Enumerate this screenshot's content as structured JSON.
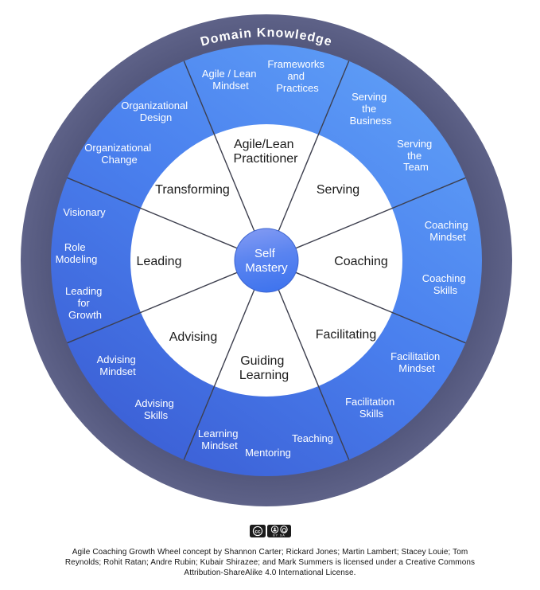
{
  "wheel": {
    "domain_ring_label": "Domain Knowledge",
    "center_label_lines": [
      "Self",
      "Mastery"
    ],
    "sectors": [
      {
        "name_lines": [
          "Agile/Lean",
          "Practitioner"
        ],
        "segments": [
          [
            "Agile / Lean",
            "Mindset"
          ],
          [
            "Frameworks",
            "and",
            "Practices"
          ]
        ]
      },
      {
        "name_lines": [
          "Serving"
        ],
        "segments": [
          [
            "Serving",
            "the",
            "Business"
          ],
          [
            "Serving",
            "the",
            "Team"
          ]
        ]
      },
      {
        "name_lines": [
          "Coaching"
        ],
        "segments": [
          [
            "Coaching",
            "Mindset"
          ],
          [
            "Coaching",
            "Skills"
          ]
        ]
      },
      {
        "name_lines": [
          "Facilitating"
        ],
        "segments": [
          [
            "Facilitation",
            "Mindset"
          ],
          [
            "Facilitation",
            "Skills"
          ]
        ]
      },
      {
        "name_lines": [
          "Guiding",
          "Learning"
        ],
        "segments": [
          [
            "Teaching"
          ],
          [
            "Mentoring"
          ],
          [
            "Learning",
            "Mindset"
          ]
        ]
      },
      {
        "name_lines": [
          "Advising"
        ],
        "segments": [
          [
            "Advising",
            "Skills"
          ],
          [
            "Advising",
            "Mindset"
          ]
        ]
      },
      {
        "name_lines": [
          "Leading"
        ],
        "segments": [
          [
            "Leading",
            "for",
            "Growth"
          ],
          [
            "Role",
            "Modeling"
          ],
          [
            "Visionary"
          ]
        ]
      },
      {
        "name_lines": [
          "Transforming"
        ],
        "segments": [
          [
            "Organizational",
            "Change"
          ],
          [
            "Organizational",
            "Design"
          ]
        ]
      }
    ]
  },
  "colors": {
    "outer_ring": "#565a7e",
    "ring_blue_light": "#60a0f7",
    "ring_blue_mid": "#4a80ee",
    "ring_blue_dark": "#3a5cd3",
    "center_top": "#8099f3",
    "center_bottom": "#3f74ee",
    "inner_text": "#1b1b1b",
    "ring_text": "#ffffff"
  },
  "footer": {
    "cc_badge_label": "BY  SA",
    "cc_text": "cc",
    "lines": [
      "Agile Coaching Growth Wheel concept by Shannon Carter; Rickard Jones; Martin Lambert; Stacey Louie; Tom",
      "Reynolds; Rohit Ratan; Andre Rubin; Kubair Shirazee; and Mark Summers is licensed under a Creative Commons",
      "Attribution-ShareAlike 4.0 International License."
    ]
  }
}
